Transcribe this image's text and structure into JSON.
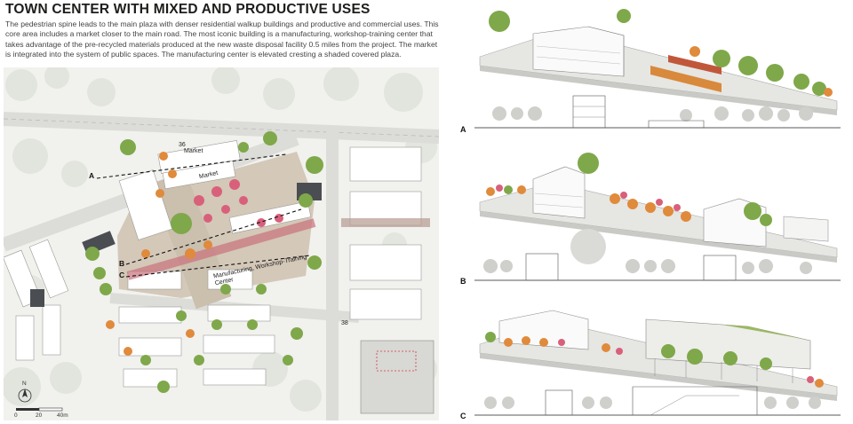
{
  "header": {
    "title": "TOWN CENTER WITH MIXED AND PRODUCTIVE USES",
    "description": "The pedestrian spine leads to the main plaza with denser residential walkup buildings and productive and commercial uses. This core area includes a market closer to the main road. The most iconic building is a manufacturing, workshop-training center that takes advantage of the pre-recycled materials produced at the new waste disposal facility 0.5 miles from the project. The market is integrated into the system of public spaces. The manufacturing center is elevated cresting a shaded covered plaza."
  },
  "site_plan": {
    "labels": {
      "market_top": "Market",
      "market_bottom": "Market",
      "manufacturing": "Manufacturing, Workshop-Training Center",
      "road_number_top": "36",
      "road_number_bottom": "38"
    },
    "section_keys": [
      "A",
      "B",
      "C"
    ],
    "north_label": "N",
    "scale": {
      "zero": "0",
      "mid": "20",
      "end": "40m"
    }
  },
  "sections": [
    {
      "letter": "A"
    },
    {
      "letter": "B"
    },
    {
      "letter": "C"
    }
  ],
  "colors": {
    "tree_green": "#7fa84a",
    "tree_orange": "#e08a3c",
    "tree_pink": "#d9607a",
    "plaza": "#cfc2b2",
    "building": "#ffffff",
    "section_line": "#222222"
  }
}
